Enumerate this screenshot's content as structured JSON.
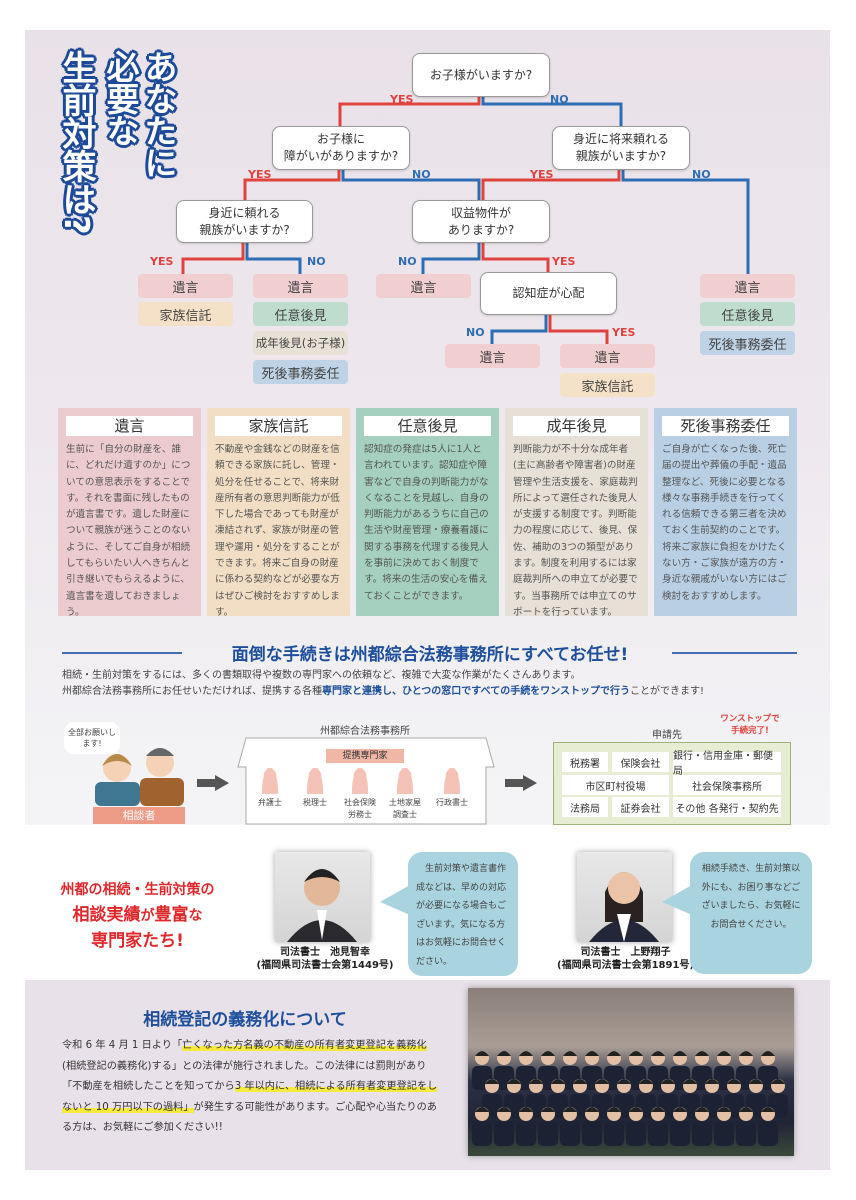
{
  "title": {
    "col1": "あなたに",
    "col2": "必要な",
    "col3": "生前対策は?"
  },
  "flow": {
    "q1": "お子様がいますか?",
    "q2": "お子様に\n障がいがありますか?",
    "q3": "身近に将来頼れる\n親族がいますか?",
    "q4": "身近に頼れる\n親族がいますか?",
    "q5": "収益物件が\nありますか?",
    "q6": "認知症が心配",
    "yes": "YES",
    "no": "NO",
    "results": {
      "will": "遺言",
      "trust": "家族信託",
      "voluntary": "任意後見",
      "adult_child": "成年後見(お子様)",
      "posthumous": "死後事務委任"
    }
  },
  "cards": [
    {
      "title": "遺言",
      "text": "生前に「自分の財産を、誰に、どれだけ遺すのか」についての意思表示をすることです。それを書面に残したものが遺言書です。遺した財産について親族が迷うことのないように、そしてご自身が相続してもらいたい人へきちんと引き継いでもらえるように、遺言書を遺しておきましょう。",
      "color": "#eccbce"
    },
    {
      "title": "家族信託",
      "text": "不動産や金銭などの財産を信頼できる家族に託し、管理・処分を任せることで、将来財産所有者の意思判断能力が低下した場合であっても財産が凍結されず、家族が財産の管理や運用・処分をすることができます。将来ご自身の財産に係わる契約などが必要な方はぜひご検討をおすすめします。",
      "color": "#f1dec4"
    },
    {
      "title": "任意後見",
      "text": "認知症の発症は5人に1人と言われています。認知症や障害などで自身の判断能力がなくなることを見越し、自身の判断能力があるうちに自己の生活や財産管理・療養看護に関する事務を代理する後見人を事前に決めておく制度です。将来の生活の安心を備えておくことができます。",
      "color": "#a5cfbf"
    },
    {
      "title": "成年後見",
      "text": "判断能力が不十分な成年者(主に高齢者や障害者)の財産管理や生活支援を、家庭裁判所によって選任された後見人が支援する制度です。判断能力の程度に応じて、後見、保佐、補助の3つの類型があります。制度を利用するには家庭裁判所への申立てが必要です。当事務所では申立てのサポートを行っています。",
      "color": "#e6e0d6"
    },
    {
      "title": "死後事務委任",
      "text": "ご自身が亡くなった後、死亡届の提出や葬儀の手配・遺品整理など、死後に必要となる様々な事務手続きを行ってくれる信頼できる第三者を決めておく生前契約のことです。将来ご家族に負担をかけたくない方・ご家族が遠方の方・身近な親戚がいない方にはご検討をおすすめします。",
      "color": "#b8cfe4"
    }
  ],
  "service": {
    "heading": "面倒な手続きは州都綜合法務事務所にすべてお任せ!",
    "line1": "相続・生前対策をするには、多くの書類取得や複数の専門家への依頼など、複雑で大変な作業がたくさんあります。",
    "line2a": "州都綜合法務事務所にお任せいただければ、提携する各種",
    "line2b": "専門家と連携し、ひとつの窓口ですべての手続をワンストップで行う",
    "line2c": "ことができます!",
    "client_speech": "全部お願いします!",
    "client_label": "相談者",
    "office_title": "州都綜合法務事務所",
    "partners_label": "提携専門家",
    "partners": [
      "弁護士",
      "税理士",
      "社会保険\n労務士",
      "土地家屋\n調査士",
      "行政書士"
    ],
    "dest_title": "申請先",
    "onestop": "ワンストップで",
    "onestop2": "手続完了!",
    "destinations": [
      "税務署",
      "保険会社",
      "銀行・信用金庫・郵便局",
      "市区町村役場",
      "社会保険事務所",
      "法務局",
      "証券会社",
      "その他 各発行・契約先"
    ]
  },
  "experts": {
    "tagline1": "州都の相続・生前対策の",
    "tagline2a": "相談実績",
    "tagline2b": "が",
    "tagline2c": "豊富",
    "tagline2d": "な",
    "tagline3": "専門家たち!",
    "people": [
      {
        "role_name": "司法書士　池見智幸",
        "reg": "(福岡県司法書士会第1449号)",
        "message": "生前対策や遺言書作成などは、早めの対応が必要になる場合もございます。気になる方はお気軽にお問合せください。"
      },
      {
        "role_name": "司法書士　上野翔子",
        "reg": "(福岡県司法書士会第1891号)",
        "message": "相続手続き、生前対策以外にも、お困り事などございましたら、お気軽にお問合せください。"
      }
    ]
  },
  "registration": {
    "heading": "相続登記の義務化について",
    "p1": "令和 6 年 4 月 1 日より「",
    "m1": "亡くなった方名義の不動産の所有者変更登記を義務化",
    "p2": "(相続登記の義務化)する」との法律が施行されました。この法律には罰則があり「不動産を相続したことを知ってから",
    "m2": "3 年以内に、相続による所有者変更登記をしないと 10 万円以下の過料」",
    "p3": "が発生する可能性があります。ご心配や心当たりのある方は、お気軽にご参加ください!!"
  }
}
